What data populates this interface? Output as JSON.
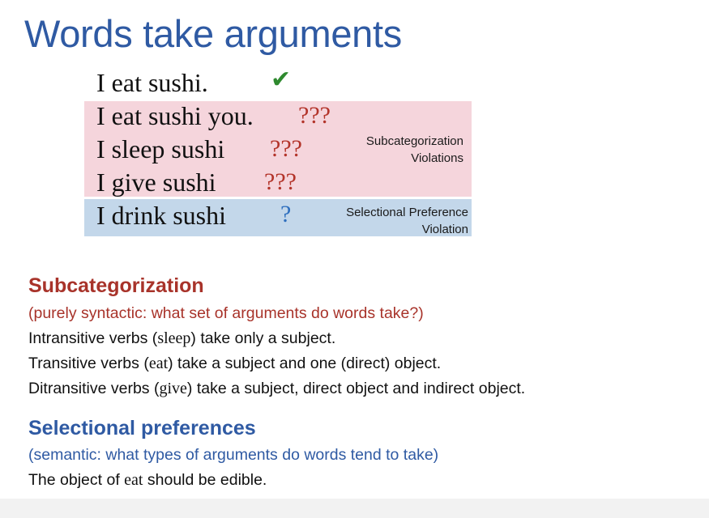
{
  "title": "Words take arguments",
  "examples": [
    {
      "text": "I eat sushi.",
      "mark": "✔"
    },
    {
      "text": "I eat sushi you.",
      "mark": "???"
    },
    {
      "text": "I sleep sushi",
      "mark": "???"
    },
    {
      "text": "I give sushi",
      "mark": "???"
    },
    {
      "text": "I drink sushi",
      "mark": "?"
    }
  ],
  "notes": {
    "subcat": [
      "Subcategorization",
      "Violations"
    ],
    "selpref": [
      "Selectional Preference",
      "Violation"
    ]
  },
  "subcategorization": {
    "heading": "Subcategorization",
    "subtitle": "(purely syntactic: what set of arguments do words take?)",
    "lines": [
      {
        "pre": "Intransitive verbs (",
        "verb": "sleep",
        "post": ")  take only a subject."
      },
      {
        "pre": "Transitive verbs (",
        "verb": "eat",
        "post": ") take a subject and one (direct) object."
      },
      {
        "pre": "Ditransitive verbs (",
        "verb": "give",
        "post": ") take a subject, direct object and indirect object."
      }
    ]
  },
  "selectional": {
    "heading": "Selectional preferences",
    "subtitle": "(semantic: what types of arguments do words tend to take)",
    "line": {
      "pre": "The object of ",
      "verb": "eat",
      "post": " should be edible."
    }
  },
  "colors": {
    "title": "#2f5aa3",
    "red": "#a8332a",
    "blue": "#2f5aa3",
    "pink_band": "#f5d5dc",
    "blue_band": "#c3d7ea",
    "check": "#2f8a2f"
  }
}
